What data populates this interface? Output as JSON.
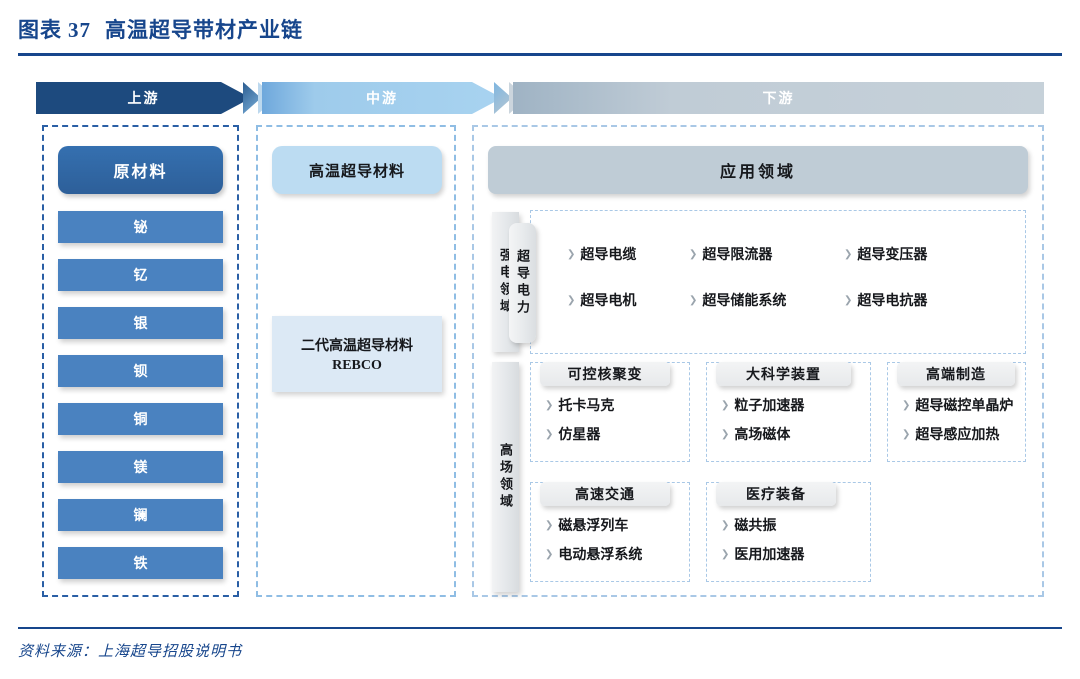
{
  "header": {
    "label": "图表",
    "number": "37",
    "title": "高温超导带材产业链"
  },
  "banner": {
    "upstream": "上游",
    "midstream": "中游",
    "downstream": "下游"
  },
  "upstream": {
    "title": "原材料",
    "materials": [
      {
        "label": "铋"
      },
      {
        "label": "钇"
      },
      {
        "label": "银"
      },
      {
        "label": "钡"
      },
      {
        "label": "铜"
      },
      {
        "label": "镁"
      },
      {
        "label": "镧"
      },
      {
        "label": "铁"
      }
    ]
  },
  "midstream": {
    "top_box": "高温超导材料",
    "bottom_box_line1": "二代高温超导材料",
    "bottom_box_line2": "REBCO"
  },
  "downstream": {
    "app_title": "应用领域",
    "strong_power": {
      "side_label": "强电领域",
      "vertical_label": "超导电力",
      "items": [
        "超导电缆",
        "超导限流器",
        "超导变压器",
        "超导电机",
        "超导储能系统",
        "超导电抗器"
      ]
    },
    "high_field": {
      "side_label": "高场领域",
      "cards": [
        {
          "head": "可控核聚变",
          "items": [
            "托卡马克",
            "仿星器"
          ]
        },
        {
          "head": "大科学装置",
          "items": [
            "粒子加速器",
            "高场磁体"
          ]
        },
        {
          "head": "高端制造",
          "items": [
            "超导磁控单晶炉",
            "超导感应加热"
          ]
        },
        {
          "head": "高速交通",
          "items": [
            "磁悬浮列车",
            "电动悬浮系统"
          ]
        },
        {
          "head": "医疗装备",
          "items": [
            "磁共振",
            "医用加速器"
          ]
        }
      ]
    }
  },
  "footer": {
    "source": "资料来源：上海超导招股说明书"
  },
  "colors": {
    "brand_navy": "#17468c",
    "upstream_chevron": "#1d4a7e",
    "midstream_chevron": "#9ecbeb",
    "downstream_chevron": "#c0ccd6",
    "raw_material_box": "#2d5f99",
    "material_box": "#4a82c0",
    "hts_box": "#bcdcf2",
    "rebco_box": "#dce9f5",
    "app_header": "#bfccd6",
    "card_head": "#e7e9eb",
    "dash_border": "#a9c8e6"
  }
}
